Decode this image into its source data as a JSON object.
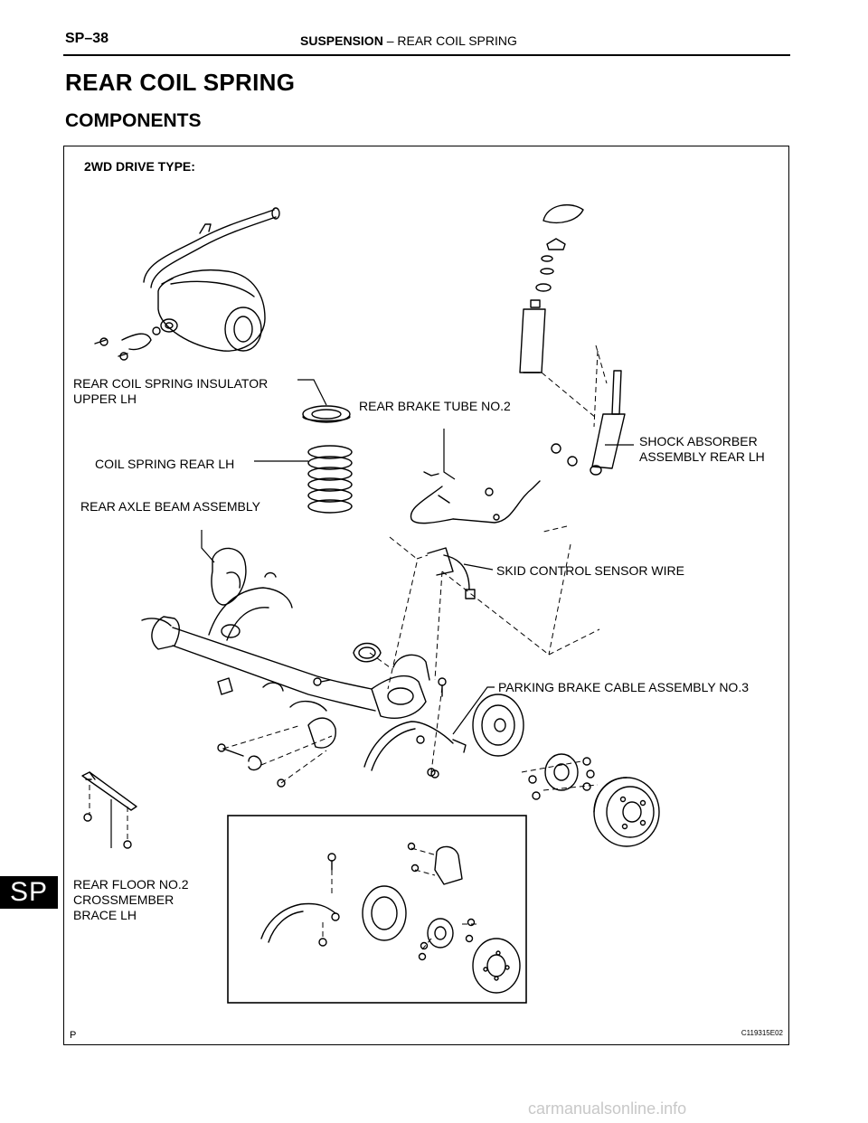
{
  "header": {
    "page_code": "SP–38",
    "section": "SUSPENSION",
    "separator": " – ",
    "subsection": "REAR COIL SPRING"
  },
  "title": "REAR COIL SPRING",
  "subtitle": "COMPONENTS",
  "figure": {
    "drive_type": "2WD DRIVE TYPE:",
    "labels": {
      "insulator": "REAR COIL SPRING INSULATOR\nUPPER LH",
      "brake_tube": "REAR BRAKE TUBE NO.2",
      "shock": "SHOCK ABSORBER\nASSEMBLY REAR LH",
      "coil": "COIL SPRING REAR LH",
      "axle": "REAR AXLE BEAM ASSEMBLY",
      "skid": "SKID CONTROL SENSOR WIRE",
      "parking": "PARKING BRAKE CABLE ASSEMBLY NO.3",
      "floor": "REAR FLOOR NO.2\nCROSSMEMBER\nBRACE LH"
    },
    "figure_id": "C119315E02",
    "corner_mark": "P"
  },
  "side_tab": "SP",
  "watermark": "carmanualsonline.info"
}
